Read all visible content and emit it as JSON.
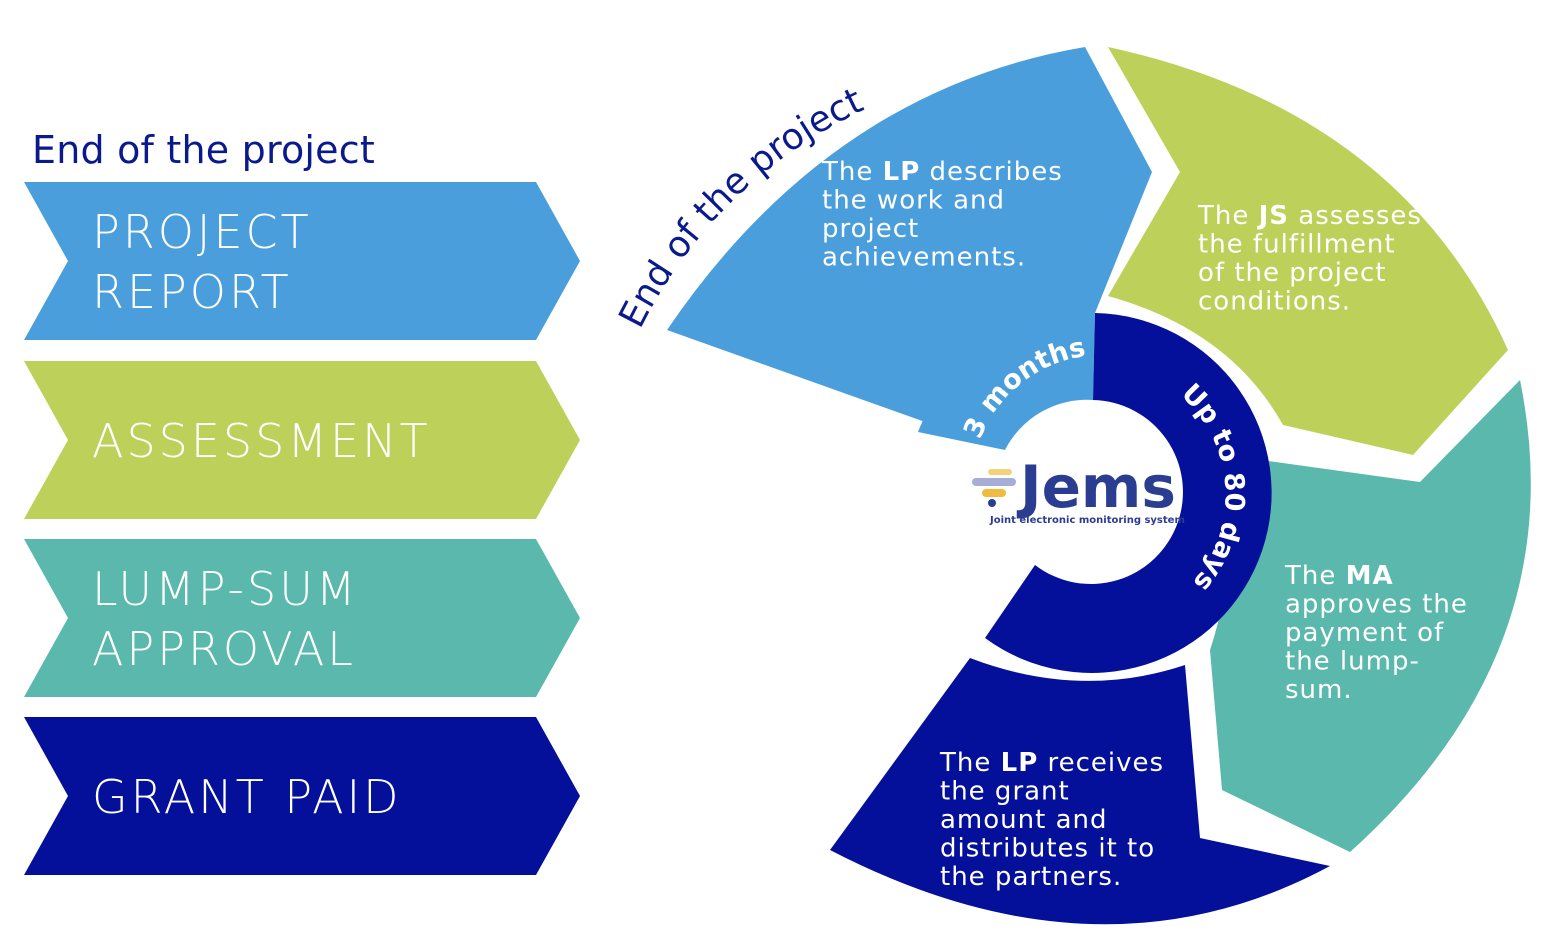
{
  "left_panel": {
    "title": "End of the project",
    "steps": [
      {
        "label": "PROJECT\nREPORT",
        "color": "#4b9edc"
      },
      {
        "label": "ASSESSMENT",
        "color": "#bdd15a"
      },
      {
        "label": "LUMP-SUM\nAPPROVAL",
        "color": "#5ab8ac"
      },
      {
        "label": "GRANT PAID",
        "color": "#041099"
      }
    ]
  },
  "cycle": {
    "curved_title": "End of the project",
    "segments": [
      {
        "name": "project-report",
        "color": "#4b9edc",
        "lines": [
          [
            "The ",
            "LP",
            " describes"
          ],
          [
            "the work and"
          ],
          [
            "project"
          ],
          [
            "achievements."
          ]
        ]
      },
      {
        "name": "assessment",
        "color": "#bdd15a",
        "lines": [
          [
            "The ",
            "JS",
            " assesses"
          ],
          [
            "the fulfillment"
          ],
          [
            "of the project"
          ],
          [
            "conditions."
          ]
        ]
      },
      {
        "name": "lump-sum-approval",
        "color": "#5ab8ac",
        "lines": [
          [
            "The ",
            "MA"
          ],
          [
            "approves the"
          ],
          [
            "payment of"
          ],
          [
            "the lump-"
          ],
          [
            "sum."
          ]
        ]
      },
      {
        "name": "grant-paid",
        "color": "#041099",
        "lines": [
          [
            "The ",
            "LP",
            " receives"
          ],
          [
            "the grant"
          ],
          [
            "amount and"
          ],
          [
            "distributes it to"
          ],
          [
            "the partners."
          ]
        ]
      }
    ],
    "inner_ring": {
      "months_label": "3 months",
      "days_label": "Up to 80 days",
      "months_color": "#4b9edc",
      "days_color": "#041099"
    },
    "logo": {
      "word": "Jems",
      "subtitle": "Joint electronic monitoring system",
      "bar_colors": [
        "#f3d27a",
        "#a6add6",
        "#f0bc3f"
      ]
    }
  }
}
